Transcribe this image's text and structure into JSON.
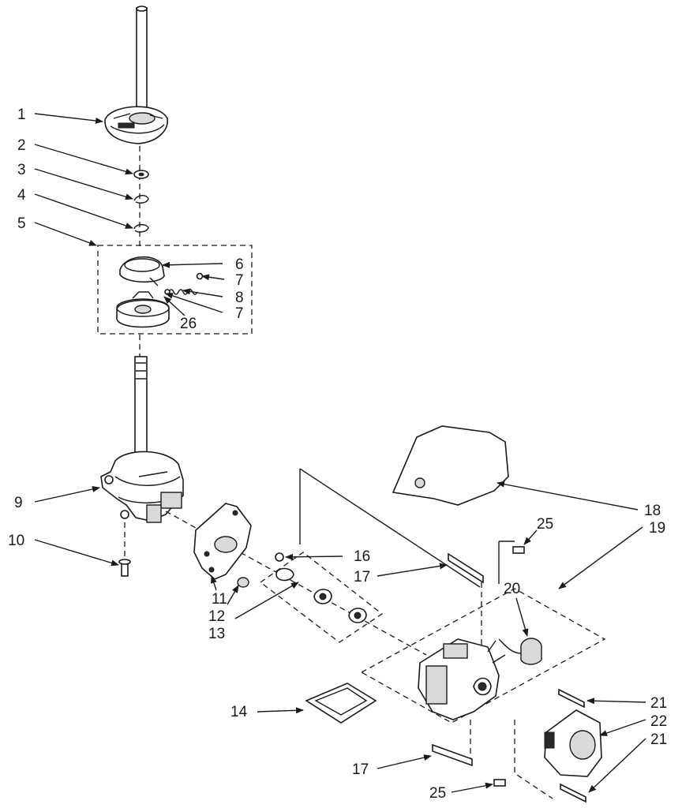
{
  "diagram": {
    "callouts": [
      {
        "id": "c1",
        "text": "1"
      },
      {
        "id": "c2",
        "text": "2"
      },
      {
        "id": "c3",
        "text": "3"
      },
      {
        "id": "c4",
        "text": "4"
      },
      {
        "id": "c5",
        "text": "5"
      },
      {
        "id": "c6",
        "text": "6"
      },
      {
        "id": "c7a",
        "text": "7"
      },
      {
        "id": "c8",
        "text": "8"
      },
      {
        "id": "c7b",
        "text": "7"
      },
      {
        "id": "c26",
        "text": "26"
      },
      {
        "id": "c9",
        "text": "9"
      },
      {
        "id": "c10",
        "text": "10"
      },
      {
        "id": "c11",
        "text": "11"
      },
      {
        "id": "c12",
        "text": "12"
      },
      {
        "id": "c13",
        "text": "13"
      },
      {
        "id": "c14",
        "text": "14"
      },
      {
        "id": "c16",
        "text": "16"
      },
      {
        "id": "c17a",
        "text": "17"
      },
      {
        "id": "c17b",
        "text": "17"
      },
      {
        "id": "c18",
        "text": "18"
      },
      {
        "id": "c19",
        "text": "19"
      },
      {
        "id": "c20",
        "text": "20"
      },
      {
        "id": "c21a",
        "text": "21"
      },
      {
        "id": "c22",
        "text": "22"
      },
      {
        "id": "c21b",
        "text": "21"
      },
      {
        "id": "c25a",
        "text": "25"
      },
      {
        "id": "c25b",
        "text": "25"
      }
    ]
  }
}
